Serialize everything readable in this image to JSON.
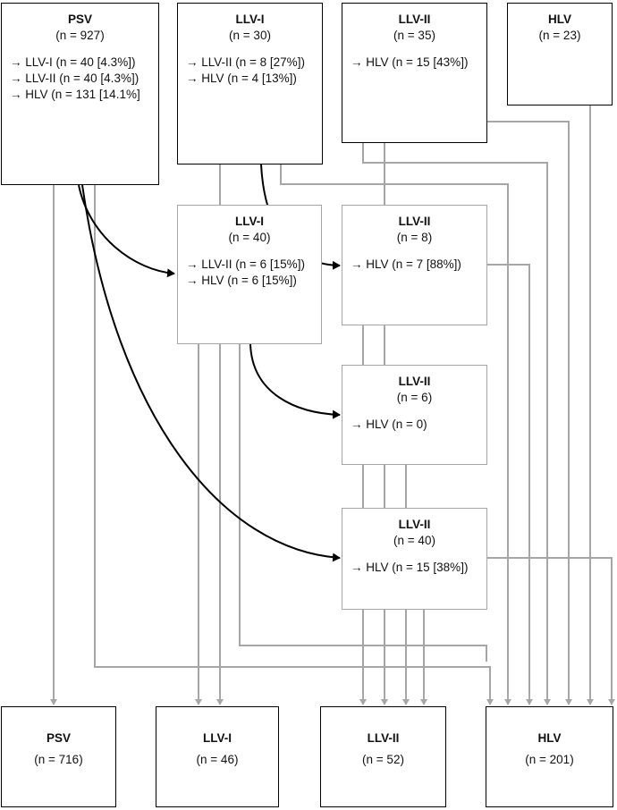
{
  "boxes": {
    "psv_initial": {
      "title": "PSV",
      "n": "(n = 927)",
      "flows": [
        "→ LLV-I (n = 40 [4.3%])",
        "→ LLV-II (n = 40 [4.3%])",
        "→ HLV (n = 131 [14.1%]"
      ]
    },
    "llv1_initial": {
      "title": "LLV-I",
      "n": "(n = 30)",
      "flows": [
        "→ LLV-II (n = 8 [27%])",
        "→ HLV (n = 4 [13%])"
      ]
    },
    "llv2_initial": {
      "title": "LLV-II",
      "n": "(n = 35)",
      "flows": [
        "→ HLV (n = 15 [43%])"
      ]
    },
    "hlv_initial": {
      "title": "HLV",
      "n": "(n = 23)"
    },
    "llv1_mid": {
      "title": "LLV-I",
      "n": "(n = 40)",
      "flows": [
        "→ LLV-II (n = 6 [15%])",
        "→ HLV (n = 6 [15%])"
      ]
    },
    "llv2_mid_a": {
      "title": "LLV-II",
      "n": "(n = 8)",
      "flows": [
        "→ HLV (n = 7 [88%])"
      ]
    },
    "llv2_mid_b": {
      "title": "LLV-II",
      "n": "(n = 6)",
      "flows": [
        "→ HLV (n = 0)"
      ]
    },
    "llv2_mid_c": {
      "title": "LLV-II",
      "n": "(n = 40)",
      "flows": [
        "→ HLV (n = 15 [38%])"
      ]
    },
    "psv_final": {
      "title": "PSV",
      "n": "(n = 716)"
    },
    "llv1_final": {
      "title": "LLV-I",
      "n": "(n = 46)"
    },
    "llv2_final": {
      "title": "LLV-II",
      "n": "(n = 52)"
    },
    "hlv_final": {
      "title": "HLV",
      "n": "(n = 201)"
    }
  },
  "colors": {
    "gray_line": "#a6a6a6",
    "black_line": "#000000"
  }
}
